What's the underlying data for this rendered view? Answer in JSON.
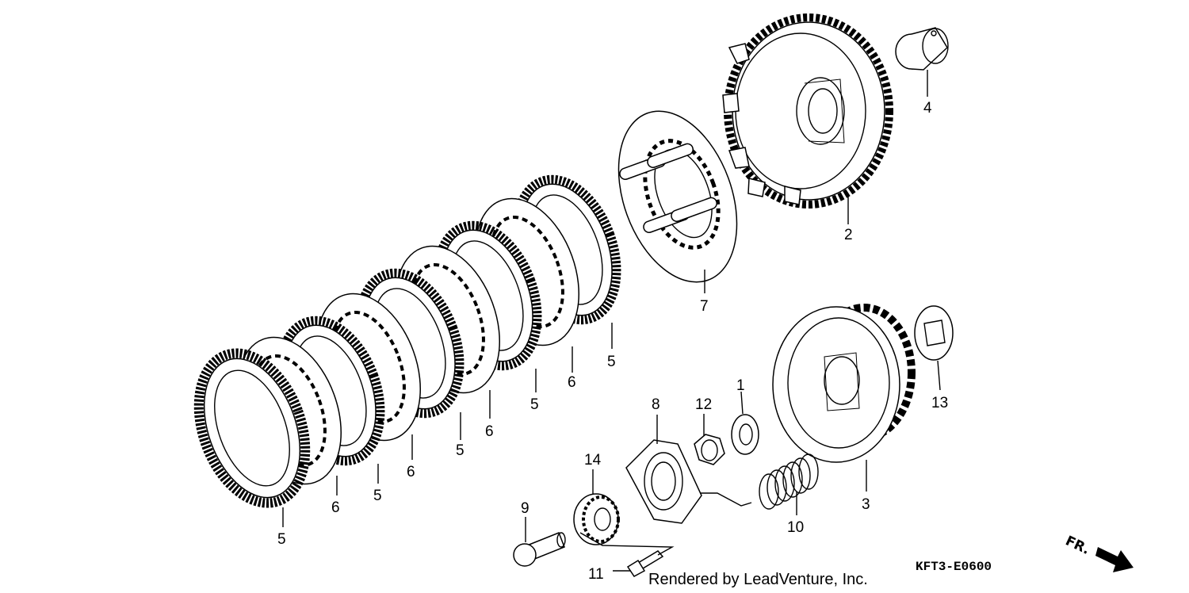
{
  "diagram": {
    "callouts": {
      "p1": "1",
      "p2": "2",
      "p3": "3",
      "p4": "4",
      "p5a": "5",
      "p5b": "5",
      "p5c": "5",
      "p5d": "5",
      "p5e": "5",
      "p6a": "6",
      "p6b": "6",
      "p6c": "6",
      "p6d": "6",
      "p7": "7",
      "p8": "8",
      "p9": "9",
      "p10": "10",
      "p11": "11",
      "p12": "12",
      "p13": "13",
      "p14": "14"
    },
    "footer": {
      "rendered_by": "Rendered by LeadVenture, Inc.",
      "diagram_code": "KFT3-E0600",
      "direction": "FR."
    }
  }
}
